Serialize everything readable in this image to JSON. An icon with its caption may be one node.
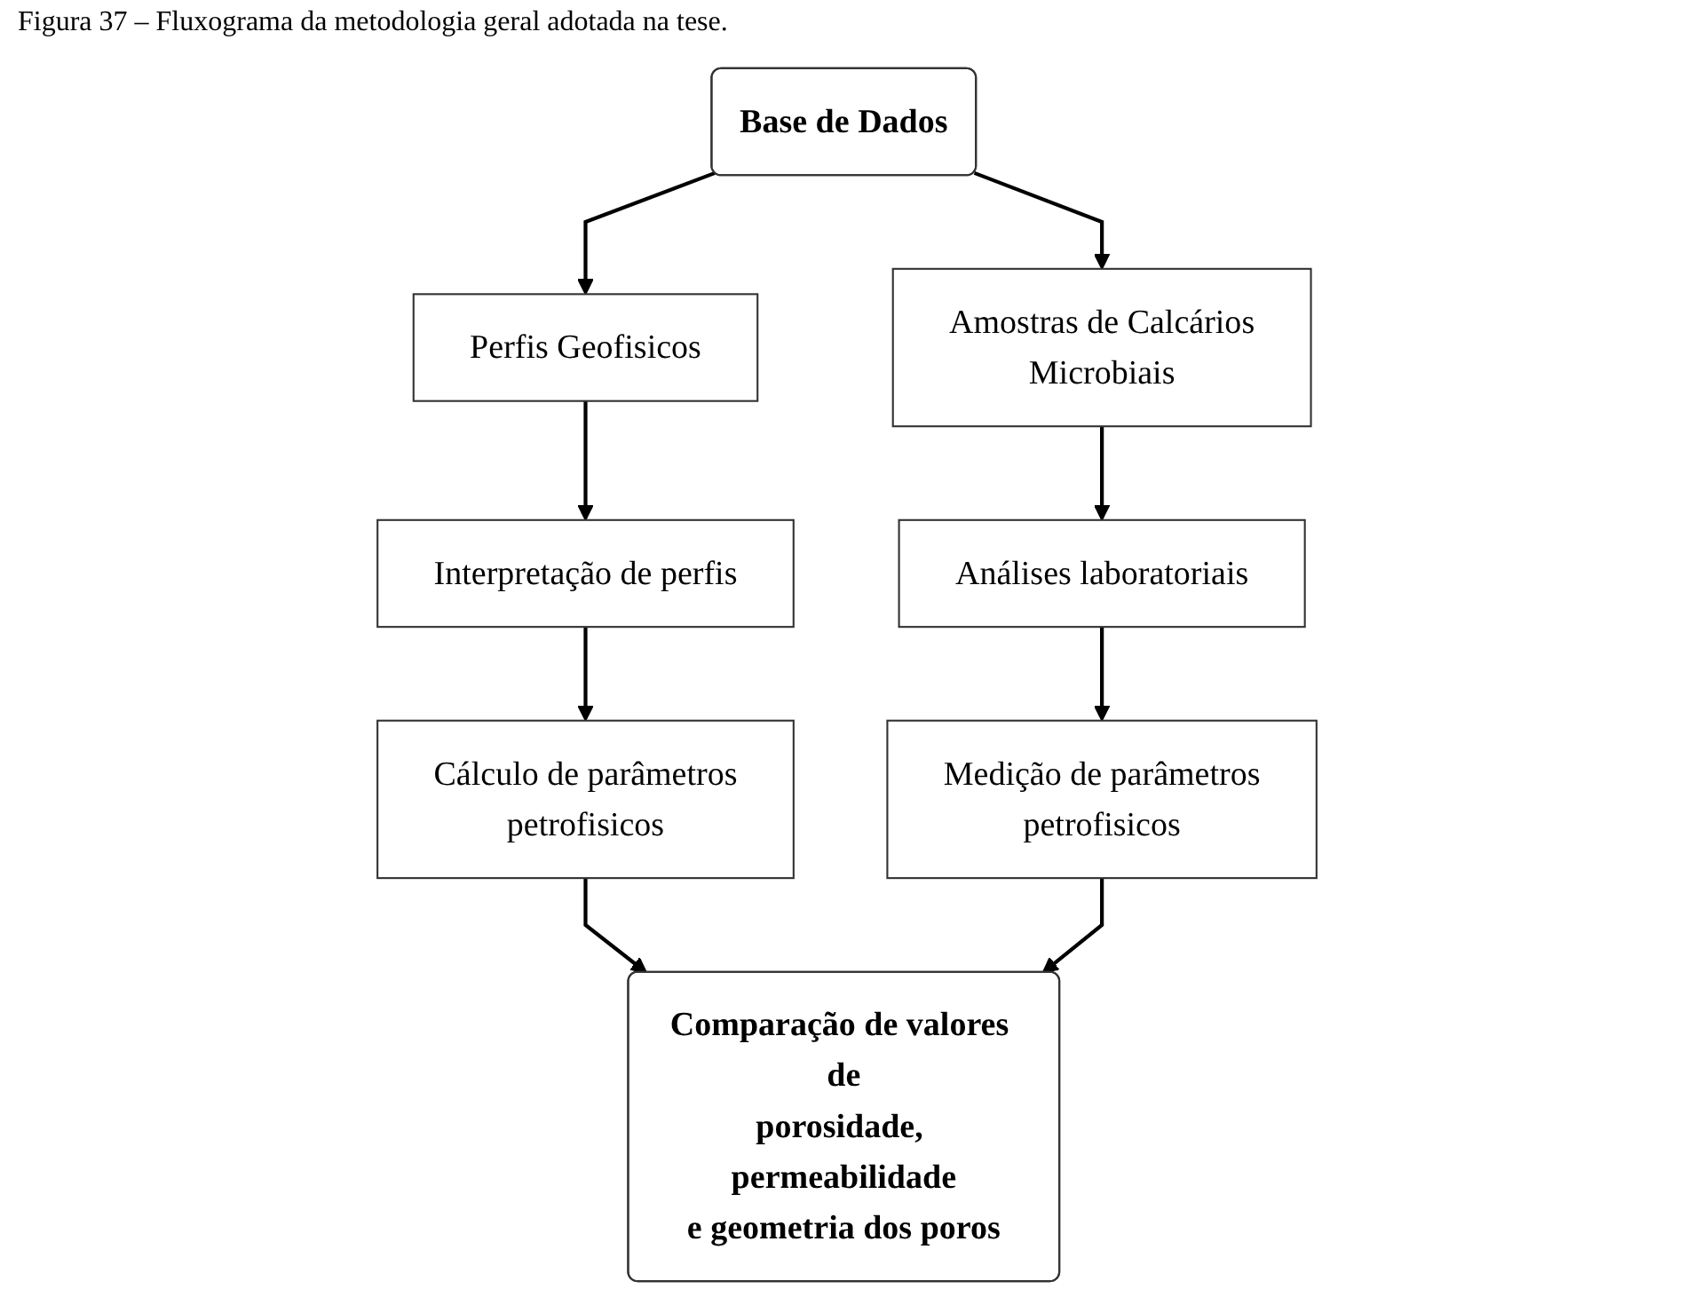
{
  "diagram": {
    "title": "Figura 37 – Fluxograma da metodologia geral adotada na tese.",
    "nodes": [
      {
        "text": [
          "Base de Dados"
        ]
      },
      {
        "text": [
          "Perfis Geofisicos"
        ]
      },
      {
        "text": [
          "Amostras de Calcários Microbiais"
        ]
      },
      {
        "text": [
          "Interpretação de perfis"
        ]
      },
      {
        "text": [
          "Análises laboratoriais"
        ]
      },
      {
        "text": [
          "Cálculo de parâmetros petrofisicos"
        ]
      },
      {
        "text": [
          "Medição de parâmetros petrofisicos"
        ]
      },
      {
        "text": [
          "Comparação de valores de porosidade, permeabilidade e geometria dos poros"
        ]
      }
    ],
    "edges": [
      {
        "from": 0,
        "to": 1,
        "arrow": "to"
      },
      {
        "from": 0,
        "to": 2,
        "arrow": "to"
      },
      {
        "from": 1,
        "to": 3,
        "arrow": "to"
      },
      {
        "from": 2,
        "to": 4,
        "arrow": "to"
      },
      {
        "from": 3,
        "to": 5,
        "arrow": "to"
      },
      {
        "from": 4,
        "to": 6,
        "arrow": "to"
      },
      {
        "from": 5,
        "to": 7,
        "arrow": "to"
      },
      {
        "from": 6,
        "to": 7,
        "arrow": "to"
      }
    ]
  }
}
